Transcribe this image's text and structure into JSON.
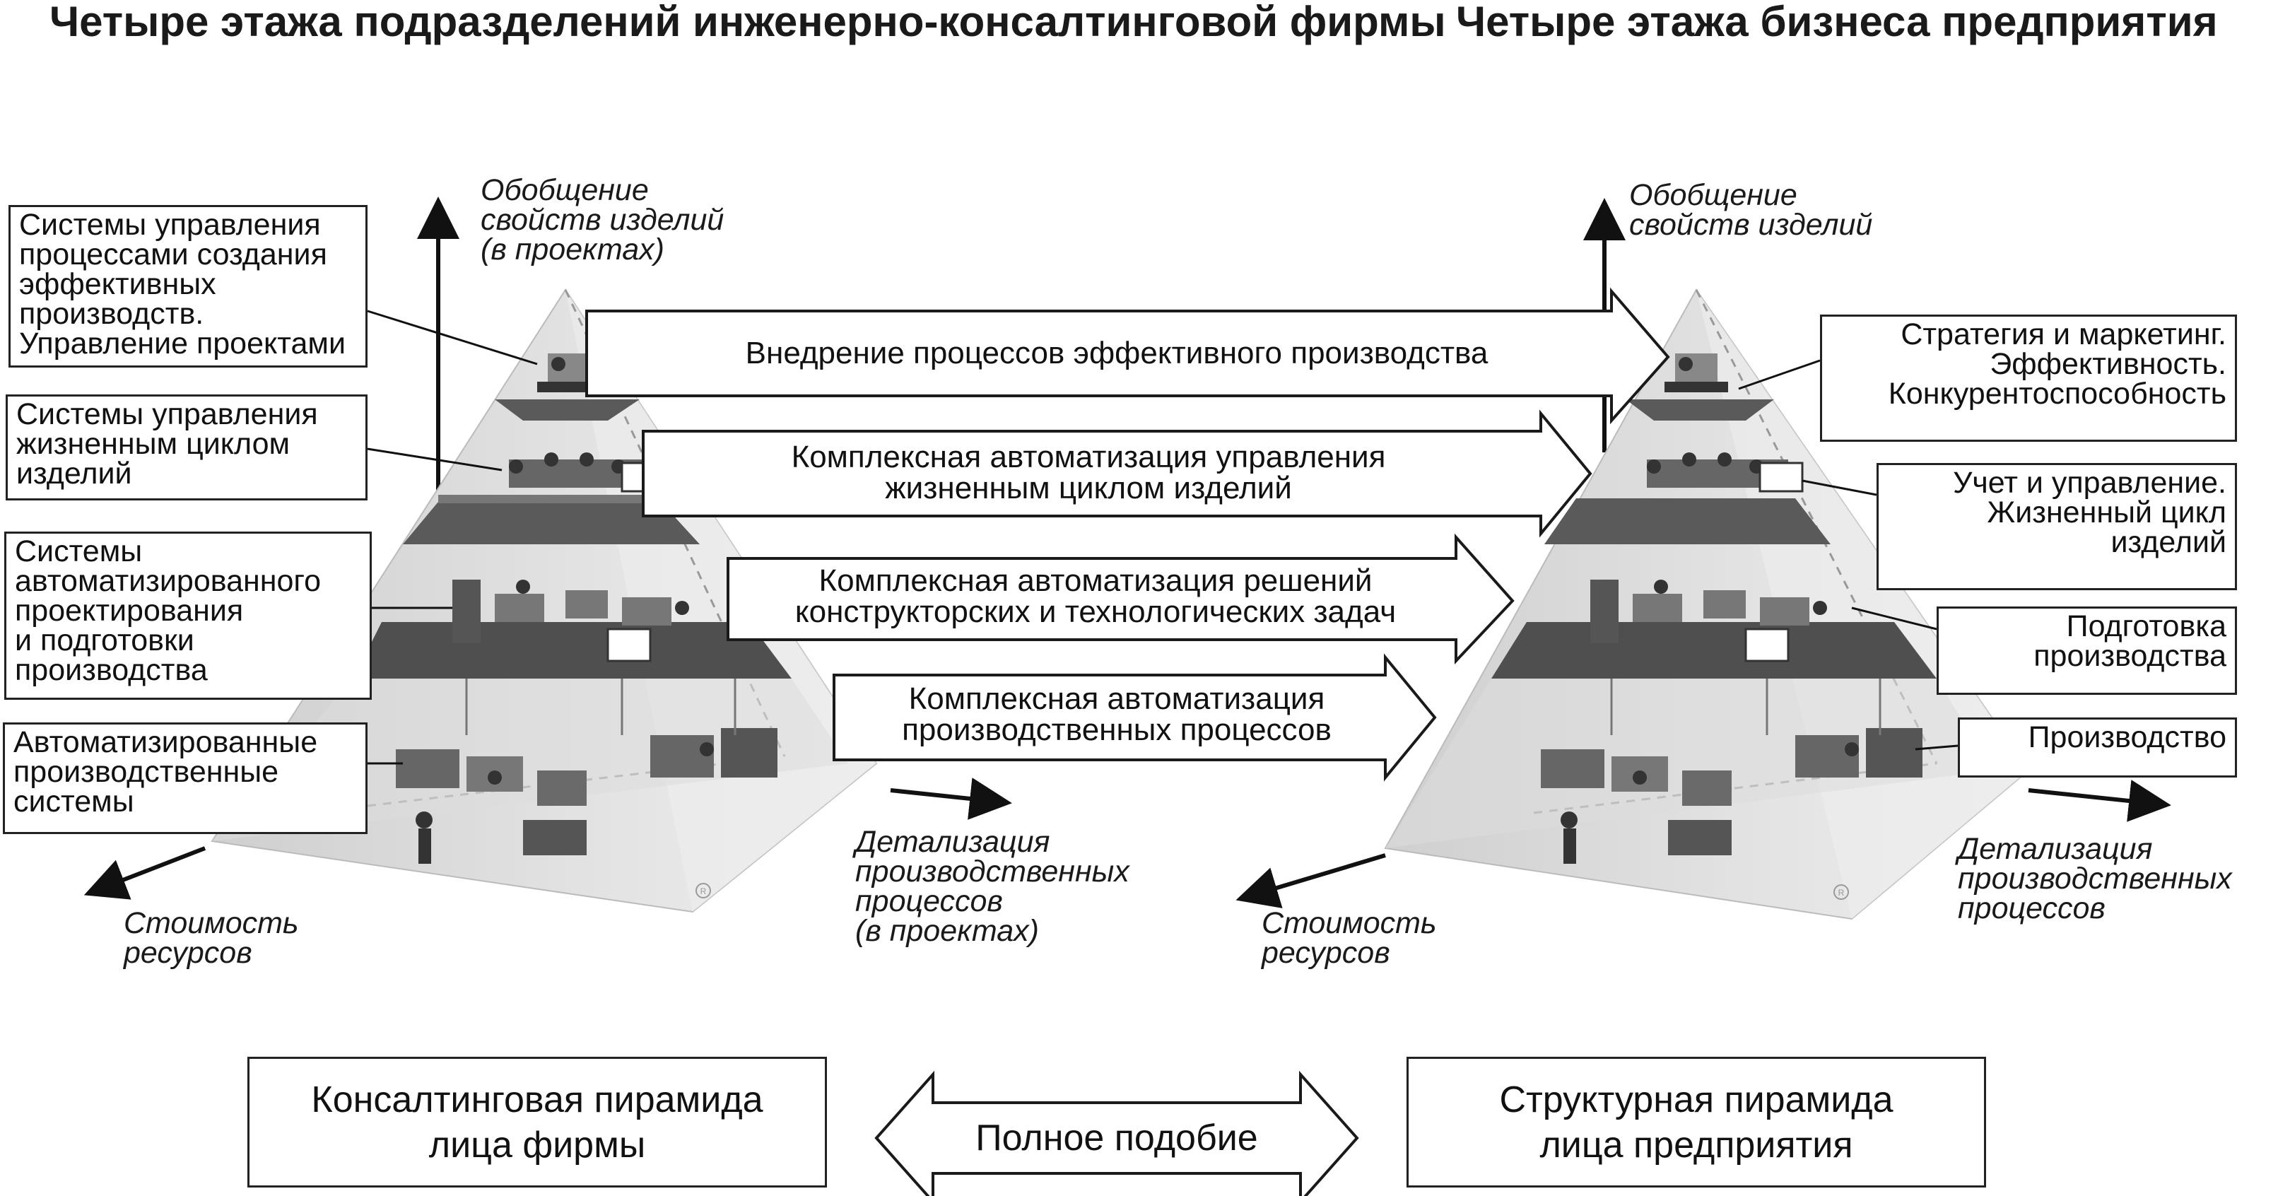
{
  "left": {
    "title": "Четыре этажа подразделений\nинженерно-консалтинговой фирмы",
    "axis_top": "Обобщение\nсвойств изделий\n(в проектах)",
    "axis_right": "Детализация\nпроизводственных\nпроцессов\n(в проектах)",
    "axis_left": "Стоимость\nресурсов",
    "callouts": [
      "Системы управления\nпроцессами создания\nэффективных\nпроизводств.\nУправление проектами",
      "Системы управления\nжизненным циклом\nизделий",
      "Системы\nавтоматизированного\nпроектирования\nи подготовки\nпроизводства",
      "Автоматизированные\nпроизводственные\nсистемы"
    ]
  },
  "right": {
    "title": "Четыре этажа бизнеса\nпредприятия",
    "axis_top": "Обобщение\nсвойств изделий",
    "axis_right": "Детализация\nпроизводственных\nпроцессов",
    "axis_left": "Стоимость\nресурсов",
    "callouts": [
      "Стратегия и маркетинг.\nЭффективность.\nКонкурентоспособность",
      "Учет и управление.\nЖизненный цикл\nизделий",
      "Подготовка\nпроизводства",
      "Производство"
    ]
  },
  "arrows": [
    "Внедрение процессов эффективного производства",
    "Комплексная автоматизация управления\nжизненным циклом изделий",
    "Комплексная автоматизация решений\nконструкторских и технологических задач",
    "Комплексная автоматизация\nпроизводственных процессов"
  ],
  "bottom": {
    "left_box": "Консалтинговая пирамида\nлица фирмы",
    "middle": "Полное подобие",
    "right_box": "Структурная пирамида\nлица предприятия"
  },
  "colors": {
    "pyramid_light": "#d9d9d9",
    "pyramid_mid": "#c2c2c2",
    "floor_band": "#555555",
    "ink": "#1a1a1a"
  },
  "icons": [
    "registered-mark-icon"
  ]
}
